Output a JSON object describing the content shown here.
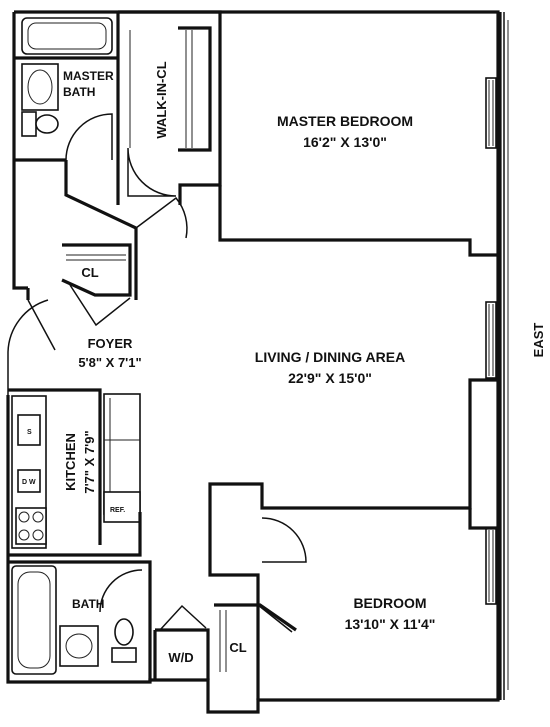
{
  "plan": {
    "orientation": "EAST",
    "rooms": {
      "master_bedroom": {
        "name": "MASTER BEDROOM",
        "dims": "16'2\" X 13'0\""
      },
      "living_dining": {
        "name": "LIVING / DINING AREA",
        "dims": "22'9\" X 15'0\""
      },
      "foyer": {
        "name": "FOYER",
        "dims": "5'8\" X 7'1\""
      },
      "kitchen": {
        "name": "KITCHEN",
        "dims": "7'7\" X 7'9\""
      },
      "bedroom": {
        "name": "BEDROOM",
        "dims": "13'10\" X 11'4\""
      },
      "master_bath": {
        "line1": "MASTER",
        "line2": "BATH"
      },
      "walk_in_closet": {
        "name": "WALK-IN-CL"
      },
      "closet_foyer": {
        "name": "CL"
      },
      "closet_bedroom": {
        "name": "CL"
      },
      "bath": {
        "name": "BATH"
      },
      "washer_dryer": {
        "name": "W/D"
      }
    },
    "fixtures": {
      "sink": "S",
      "dishwasher": "D W",
      "refrigerator": "REF."
    }
  }
}
